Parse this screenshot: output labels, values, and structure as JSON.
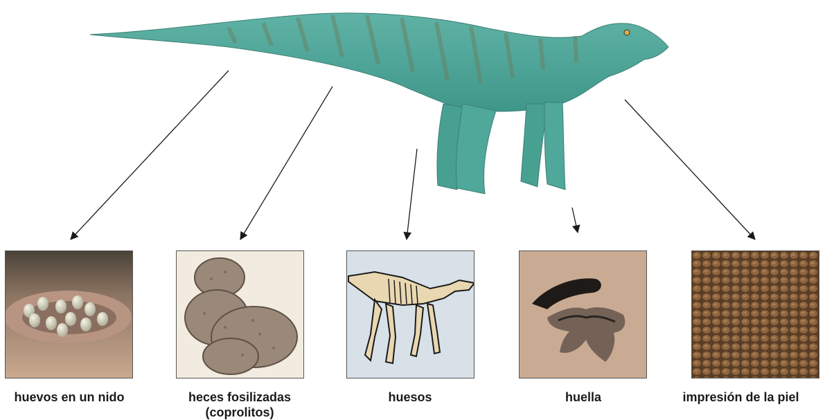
{
  "figure": {
    "main_subject": "dinosaur-illustration",
    "fossil_types": [
      {
        "id": "eggs",
        "caption": [
          "huevos en un nido"
        ]
      },
      {
        "id": "coprolites",
        "caption": [
          "heces fosilizadas",
          "(coprolitos)"
        ]
      },
      {
        "id": "bones",
        "caption": [
          "huesos"
        ]
      },
      {
        "id": "footprint",
        "caption": [
          "huella"
        ]
      },
      {
        "id": "skin",
        "caption": [
          "impresión de la piel"
        ]
      }
    ]
  },
  "colors": {
    "dino_body": "#4fa89a",
    "dino_stripes": "#6e7a5a",
    "sand": "#c9a98f",
    "bones_bg": "#d8e0e8",
    "bone": "#e8d7b0",
    "skin": "#7a5a3c",
    "arrow": "#1a1a1a"
  }
}
